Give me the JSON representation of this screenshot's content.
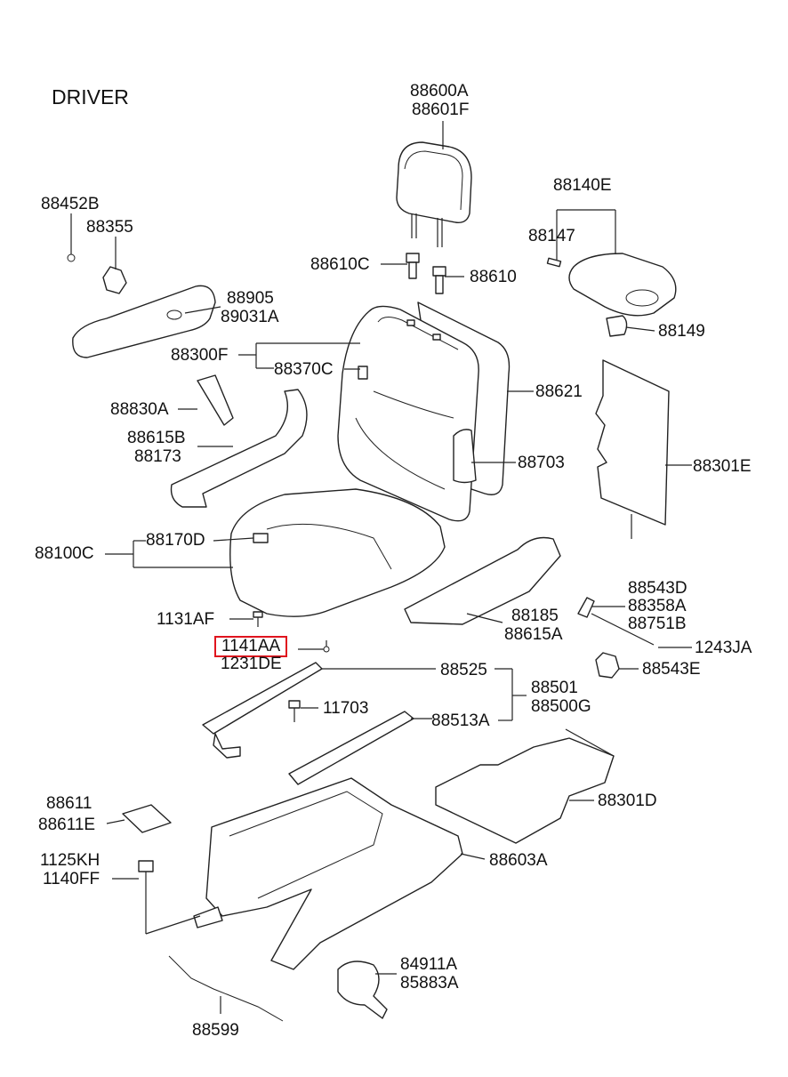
{
  "diagram": {
    "title": "DRIVER",
    "highlight_color": "#e0141e",
    "labels": {
      "88600A": "88600A",
      "88601F": "88601F",
      "88452B": "88452B",
      "88355": "88355",
      "88140E": "88140E",
      "88147": "88147",
      "88610C": "88610C",
      "88610": "88610",
      "88905": "88905",
      "89031A": "89031A",
      "88149": "88149",
      "88300F": "88300F",
      "88370C": "88370C",
      "88621": "88621",
      "88830A": "88830A",
      "88615B": "88615B",
      "88173": "88173",
      "88703": "88703",
      "88301E": "88301E",
      "88100C": "88100C",
      "88170D": "88170D",
      "88543D": "88543D",
      "88358A": "88358A",
      "88751B": "88751B",
      "1131AF": "1131AF",
      "88185": "88185",
      "88615A": "88615A",
      "1141AA": "1141AA",
      "1231DE": "1231DE",
      "1243JA": "1243JA",
      "88525": "88525",
      "88543E": "88543E",
      "88501": "88501",
      "88500G": "88500G",
      "11703": "11703",
      "88513A": "88513A",
      "88611": "88611",
      "88611E": "88611E",
      "88301D": "88301D",
      "1125KH": "1125KH",
      "1140FF": "1140FF",
      "88603A": "88603A",
      "84911A": "84911A",
      "85883A": "85883A",
      "88599": "88599"
    }
  }
}
